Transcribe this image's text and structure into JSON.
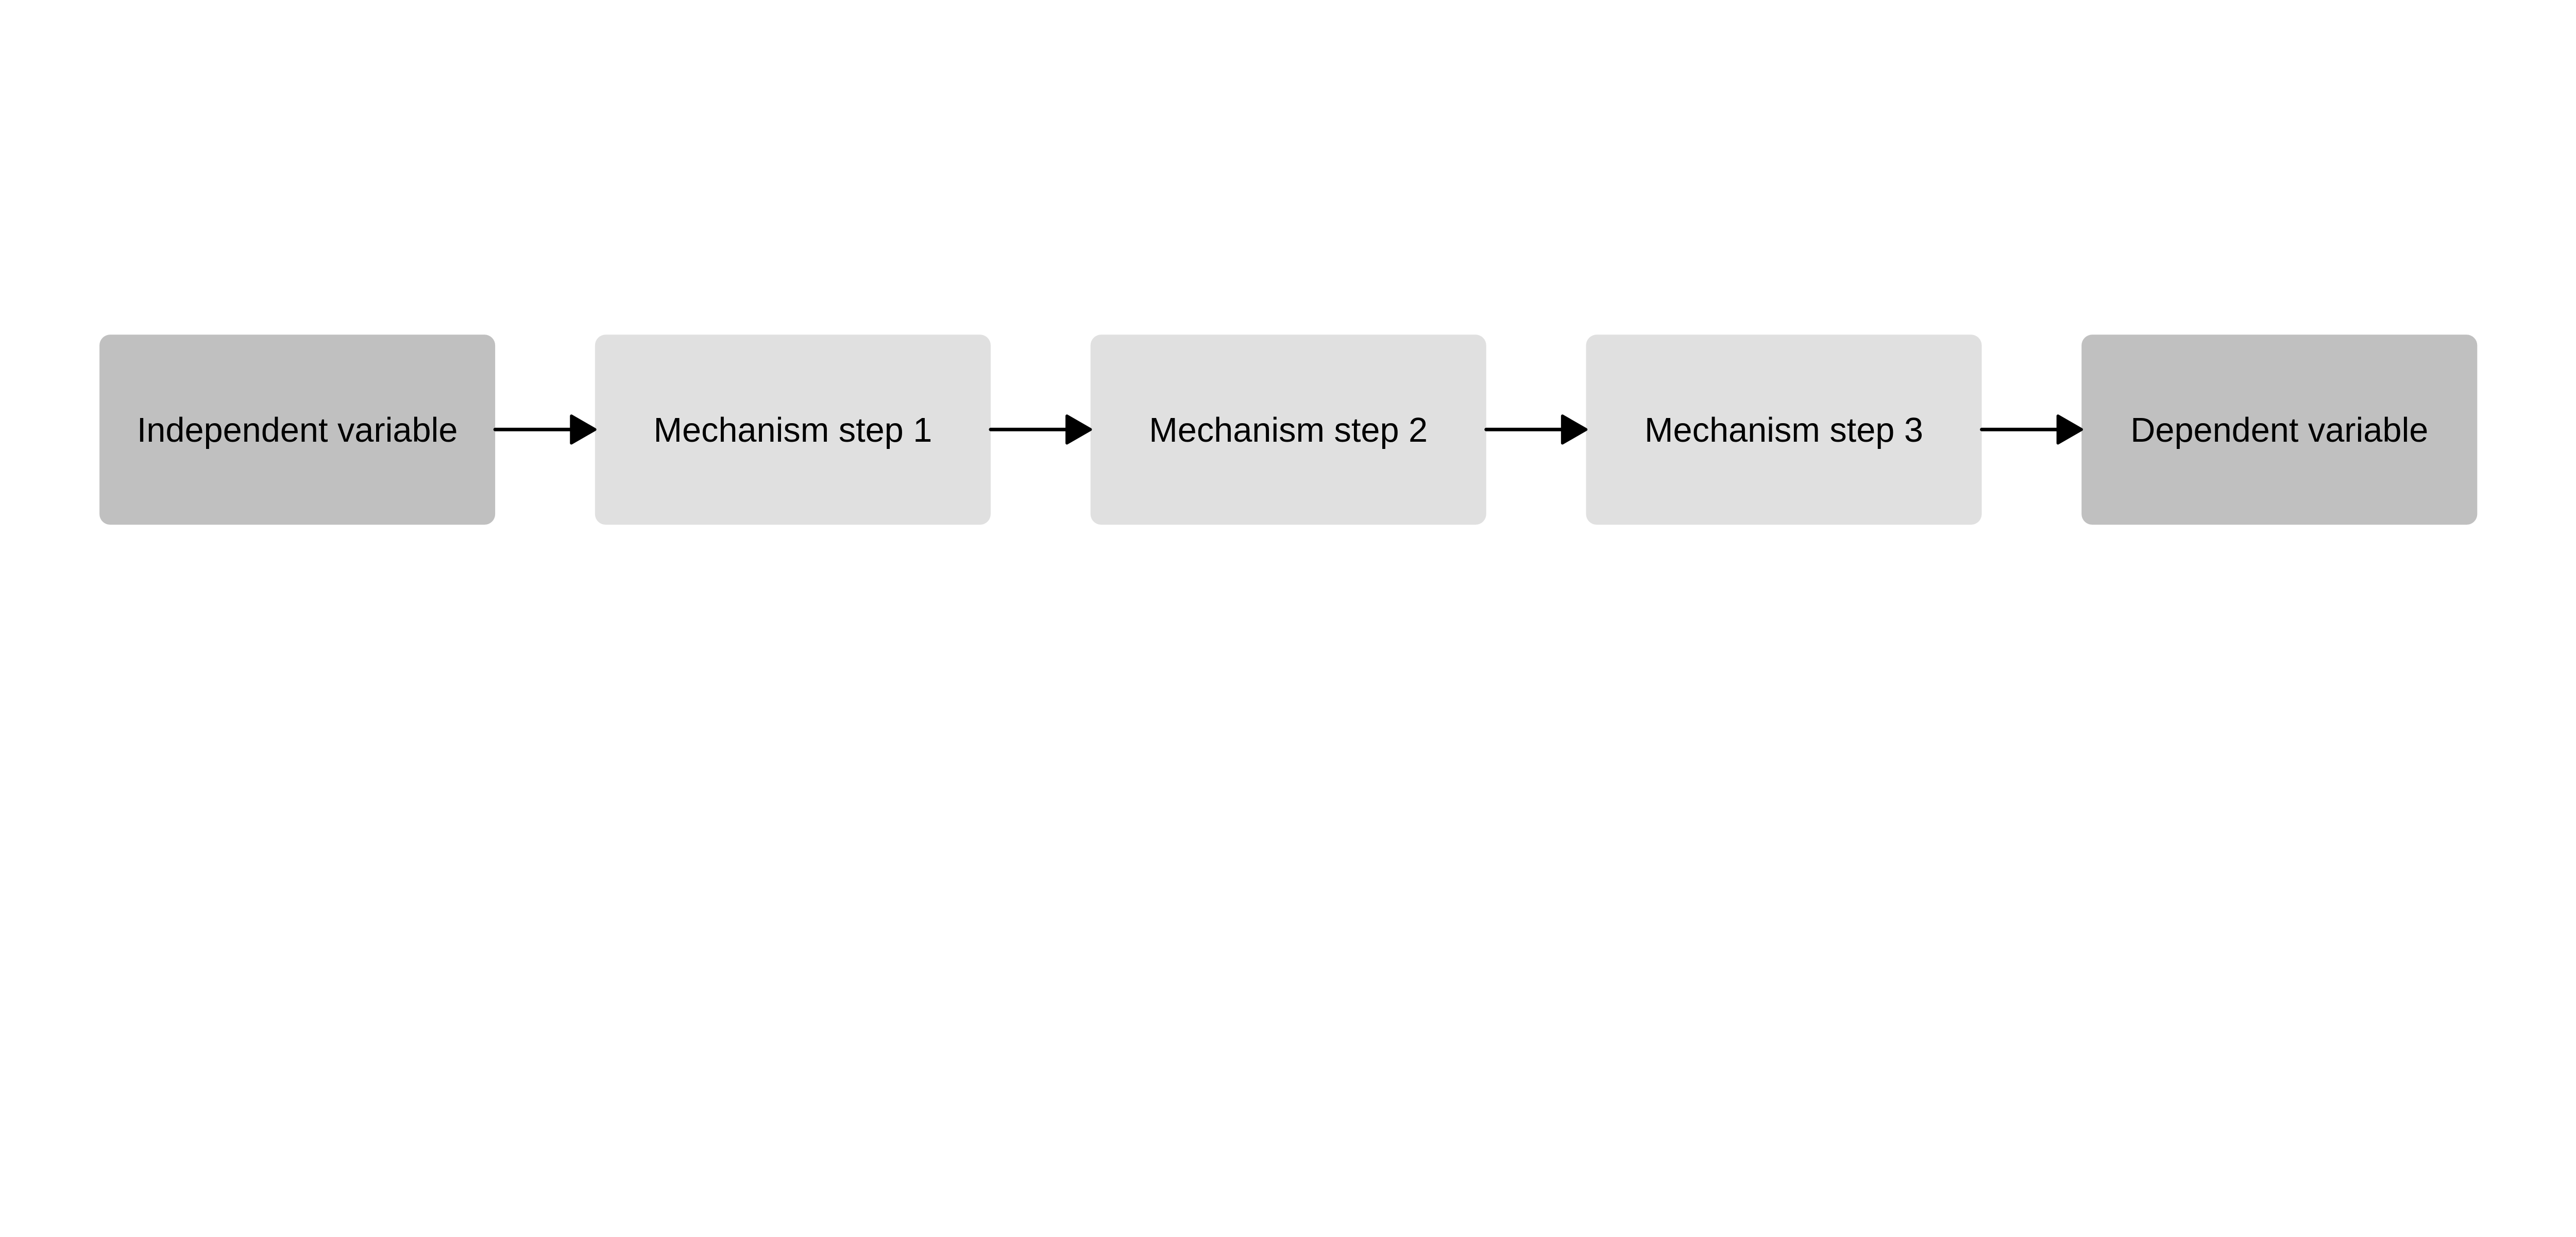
{
  "diagram": {
    "nodes": [
      {
        "id": "iv",
        "label": "Independent variable",
        "fill": "#c0c0c0"
      },
      {
        "id": "m1",
        "label": "Mechanism step 1",
        "fill": "#e0e0e0"
      },
      {
        "id": "m2",
        "label": "Mechanism step 2",
        "fill": "#e0e0e0"
      },
      {
        "id": "m3",
        "label": "Mechanism step 3",
        "fill": "#e0e0e0"
      },
      {
        "id": "dv",
        "label": "Dependent variable",
        "fill": "#c0c0c0"
      }
    ],
    "edges": [
      {
        "from": "iv",
        "to": "m1"
      },
      {
        "from": "m1",
        "to": "m2"
      },
      {
        "from": "m2",
        "to": "m3"
      },
      {
        "from": "m3",
        "to": "dv"
      }
    ],
    "arrow_color": "#000000"
  }
}
